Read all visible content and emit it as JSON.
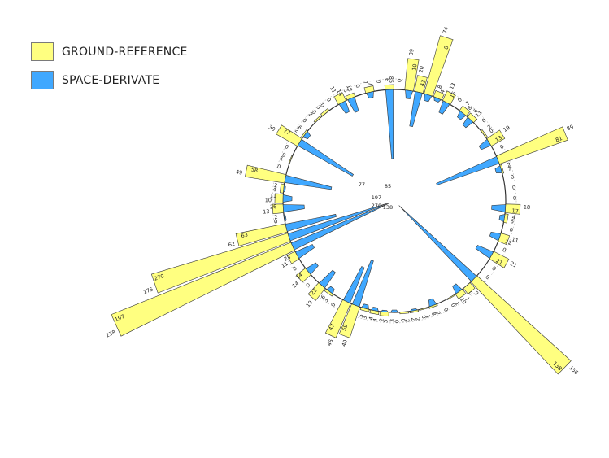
{
  "colors": {
    "ground": "#ffff80",
    "space": "#40a8ff",
    "outline": "#333333"
  },
  "legend": {
    "ground_label": "GROUND-REFERENCE",
    "space_label": "SPACE-DERIVATE"
  },
  "chart_data": {
    "type": "radial-bar",
    "series": [
      {
        "name": "GROUND-REFERENCE",
        "key": "ground"
      },
      {
        "name": "SPACE-DERIVATE",
        "key": "space"
      }
    ],
    "center_values": [
      "197",
      "270",
      "138",
      "77",
      "85"
    ],
    "bins": [
      {
        "ground": 0,
        "space": 0
      },
      {
        "ground": 39,
        "space": 10
      },
      {
        "ground": 20,
        "space": 43
      },
      {
        "ground": 74,
        "space": 8
      },
      {
        "ground": 8,
        "space": 4
      },
      {
        "ground": 13,
        "space": 15
      },
      {
        "ground": 0,
        "space": 0
      },
      {
        "ground": 7,
        "space": 8
      },
      {
        "ground": 6,
        "space": 11
      },
      {
        "ground": 0,
        "space": 0
      },
      {
        "ground": 2,
        "space": 0
      },
      {
        "ground": 19,
        "space": 13
      },
      {
        "ground": 0,
        "space": 0
      },
      {
        "ground": 89,
        "space": 81
      },
      {
        "ground": 2,
        "space": 7
      },
      {
        "ground": 0,
        "space": 0
      },
      {
        "ground": 0,
        "space": 0
      },
      {
        "ground": 0,
        "space": 0
      },
      {
        "ground": 18,
        "space": 17
      },
      {
        "ground": 4,
        "space": 6
      },
      {
        "ground": 0,
        "space": 0
      },
      {
        "ground": 11,
        "space": 12
      },
      {
        "ground": 0,
        "space": 0
      },
      {
        "ground": 21,
        "space": 21
      },
      {
        "ground": 0,
        "space": 0
      },
      {
        "ground": 0,
        "space": 0
      },
      {
        "ground": 156,
        "space": 138
      },
      {
        "ground": 9,
        "space": 0
      },
      {
        "ground": 7,
        "space": 10
      },
      {
        "ground": 1,
        "space": 0
      },
      {
        "ground": 0,
        "space": 0
      },
      {
        "ground": 2,
        "space": 8
      },
      {
        "ground": 1,
        "space": 0
      },
      {
        "ground": 2,
        "space": 2
      },
      {
        "ground": 2,
        "space": 0
      },
      {
        "ground": 0,
        "space": 3
      },
      {
        "ground": 5,
        "space": 2
      },
      {
        "ground": 4,
        "space": 4
      },
      {
        "ground": 3,
        "space": 5
      },
      {
        "ground": 40,
        "space": 59
      },
      {
        "ground": 46,
        "space": 47
      },
      {
        "ground": 0,
        "space": 0
      },
      {
        "ground": 3,
        "space": 6
      },
      {
        "ground": 19,
        "space": 23
      },
      {
        "ground": 0,
        "space": 0
      },
      {
        "ground": 14,
        "space": 14
      },
      {
        "ground": 0,
        "space": 0
      },
      {
        "ground": 11,
        "space": 23
      },
      {
        "ground": 238,
        "space": 197
      },
      {
        "ground": 175,
        "space": 270
      },
      {
        "ground": 62,
        "space": 63
      },
      {
        "ground": 0,
        "space": 2
      },
      {
        "ground": 13,
        "space": 26
      },
      {
        "ground": 10,
        "space": 11
      },
      {
        "ground": 4,
        "space": 2
      },
      {
        "ground": 49,
        "space": 58
      },
      {
        "ground": 0,
        "space": 0
      },
      {
        "ground": 1,
        "space": 0
      },
      {
        "ground": 0,
        "space": 0
      },
      {
        "ground": 30,
        "space": 77
      },
      {
        "ground": 2,
        "space": 6
      },
      {
        "ground": 0,
        "space": 0
      },
      {
        "ground": 2,
        "space": 0
      },
      {
        "ground": 3,
        "space": 0
      },
      {
        "ground": 0,
        "space": 0
      },
      {
        "ground": 11,
        "space": 14
      },
      {
        "ground": 5,
        "space": 18
      },
      {
        "ground": 0,
        "space": 0
      },
      {
        "ground": 7,
        "space": 7
      },
      {
        "ground": 0,
        "space": 0
      },
      {
        "ground": 6,
        "space": 85
      }
    ]
  }
}
